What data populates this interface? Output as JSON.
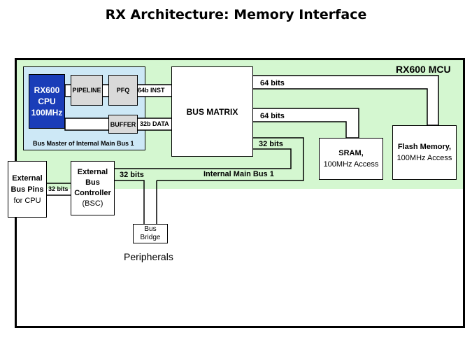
{
  "title": "RX Architecture: Memory Interface",
  "mcu_label": "RX600 MCU",
  "cpu": {
    "line1": "RX600",
    "line2": "CPU",
    "line3": "100MHz"
  },
  "pipeline": "PIPELINE",
  "pfq": "PFQ",
  "buffer": "BUFFER",
  "inst_bus": "64b INST",
  "data_bus": "32b DATA",
  "bus_master_caption": "Bus Master  of Internal Main Bus 1",
  "bus_matrix": "BUS MATRIX",
  "bus_64_top": "64 bits",
  "bus_64_mid": "64 bits",
  "bus_32_matrix": "32 bits",
  "internal_bus": "Internal Main Bus 1",
  "sram": {
    "line1": "SRAM,",
    "line2": "100MHz Access"
  },
  "flash": {
    "line1": "Flash Memory,",
    "line2": "100MHz Access"
  },
  "ext_pins": {
    "line1": "External",
    "line2": "Bus Pins",
    "line3": "for CPU"
  },
  "pins_bus": "32 bits",
  "bsc": {
    "line1": "External",
    "line2": "Bus",
    "line3": "Controller",
    "line4": "(BSC)"
  },
  "bsc_bus": "32 bits",
  "bus_bridge": {
    "line1": "Bus",
    "line2": "Bridge"
  },
  "peripherals": "Peripherals",
  "colors": {
    "mcu_green": "#d4f7d0",
    "master_blue": "#cde8f6",
    "cpu_blue": "#1a3db8",
    "grey": "#d9d9d9"
  }
}
